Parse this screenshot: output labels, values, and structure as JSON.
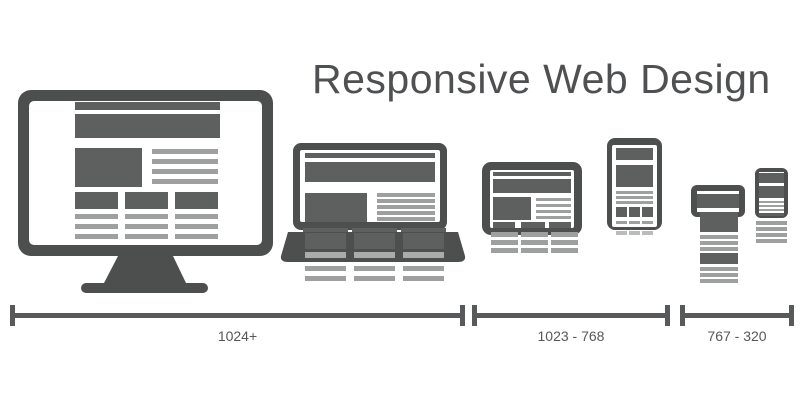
{
  "title": {
    "text": "Responsive Web Design"
  },
  "ruler": {
    "segments": [
      {
        "label": "1024+"
      },
      {
        "label": "1023 - 768"
      },
      {
        "label": "767 - 320"
      }
    ]
  },
  "devices": [
    {
      "name": "desktop-monitor"
    },
    {
      "name": "laptop"
    },
    {
      "name": "tablet-landscape"
    },
    {
      "name": "tablet-portrait"
    },
    {
      "name": "smartphone-large"
    },
    {
      "name": "smartphone-small"
    }
  ],
  "colors": {
    "device_dark": "#4d4f4e",
    "block_mid": "#5e605f",
    "line_gray": "#9da09f",
    "line_gray_light": "#aaacab",
    "title_text": "#4e5052",
    "ruler_line": "#58595b",
    "ruler_label": "#565758",
    "background": "#ffffff",
    "screen_white": "#ffffff"
  }
}
